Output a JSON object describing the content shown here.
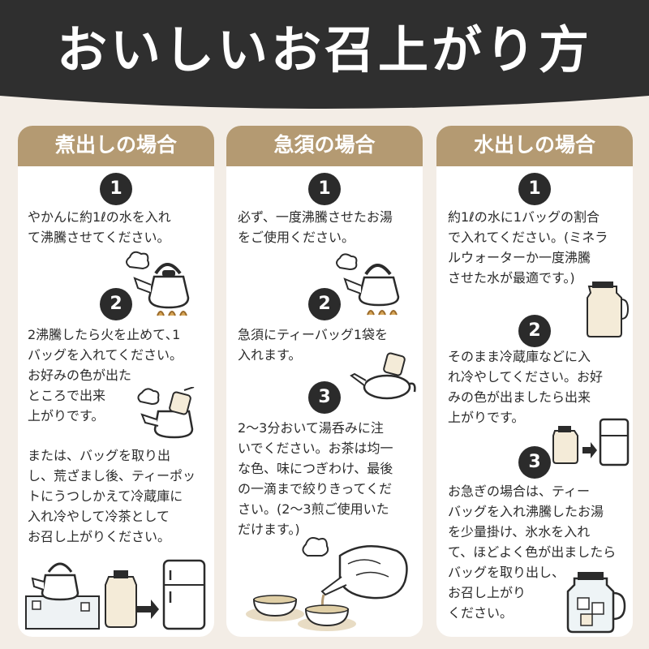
{
  "title": "おいしいお召上がり方",
  "colors": {
    "header": "#2f2f2f",
    "accent": "#b49a72",
    "background": "#f3ede6",
    "card": "#ffffff"
  },
  "columns": [
    {
      "heading": "煮出しの場合",
      "steps": [
        {
          "num": "1",
          "text": "やかんに約1ℓの水を入れ\nて沸騰させてください。"
        },
        {
          "num": "2",
          "text": "2沸騰したら火を止めて､1\nバッグを入れてください。\nお好みの色が出た\nところで出来\n上がりです。"
        }
      ],
      "note": "または、バッグを取り出\nし、荒ざまし後、ティーポッ\nトにうつしかえて冷蔵庫に\n入れ冷やして冷茶として\nお召し上がりください。"
    },
    {
      "heading": "急須の場合",
      "steps": [
        {
          "num": "1",
          "text": "必ず、一度沸騰させたお湯\nをご使用ください。"
        },
        {
          "num": "2",
          "text": "急須にティーバッグ1袋を\n入れます。"
        },
        {
          "num": "3",
          "text": "2～3分おいて湯呑みに注\nいでください。お茶は均一\nな色、味につぎわけ、最後\nの一滴まで絞りきってくだ\nさい。(2～3煎ご使用いた\nだけます。)"
        }
      ]
    },
    {
      "heading": "水出しの場合",
      "steps": [
        {
          "num": "1",
          "text": "約1ℓの水に1バッグの割合\nで入れてください。(ミネラ\nルウォーターか一度沸騰\nさせた水が最適です。)"
        },
        {
          "num": "2",
          "text": "そのまま冷蔵庫などに入\nれ冷やしてください。お好\nみの色が出ましたら出来\n上がりです。"
        },
        {
          "num": "3",
          "text": "お急ぎの場合は、ティー\nバッグを入れ沸騰したお湯\nを少量掛け、氷水を入れ\nて、ほどよく色が出ましたら\nバッグを取り出し、\nお召し上がり\nください。"
        }
      ]
    }
  ]
}
